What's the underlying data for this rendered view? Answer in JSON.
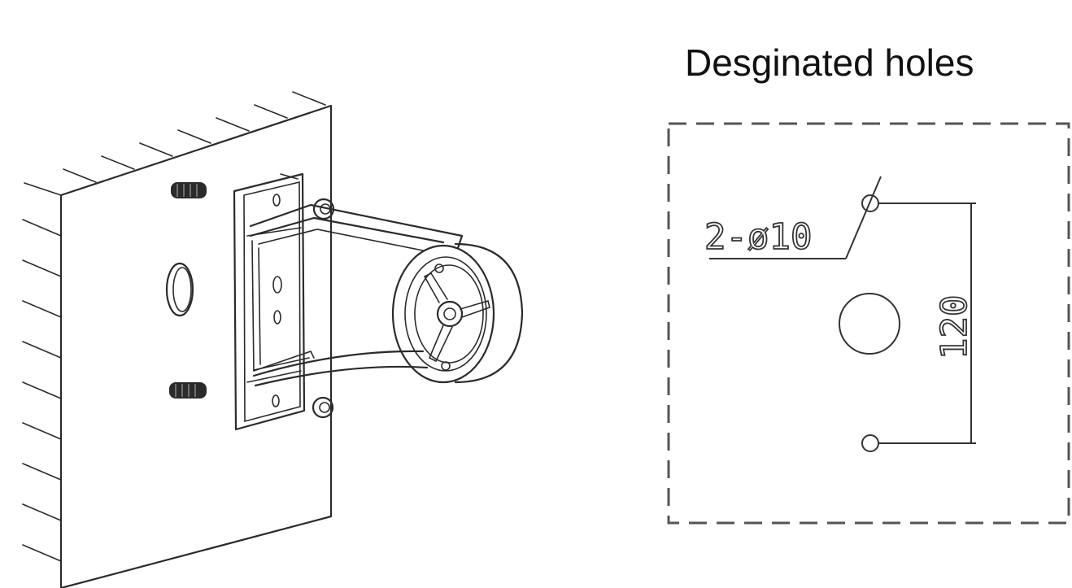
{
  "title": "Desginated holes",
  "hole_spec_label": "2-ø10",
  "spacing_label": "120",
  "colors": {
    "line": "#2b2b2b",
    "dashed_outline": "#555555",
    "background": "#ffffff"
  }
}
